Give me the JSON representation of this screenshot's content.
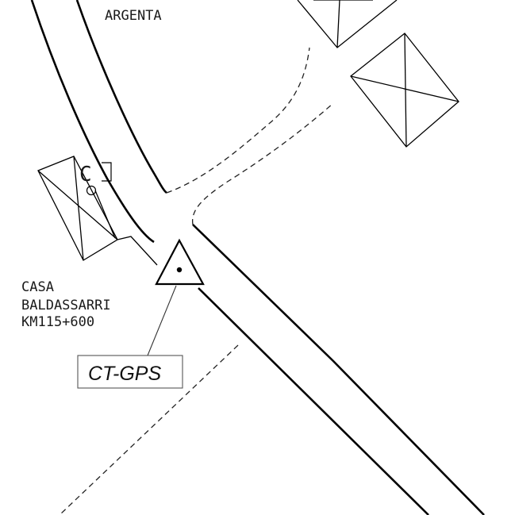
{
  "map": {
    "place_label_top": "ARGENTA",
    "place_label_left": [
      "CASA",
      "BALDASSARRI",
      "KM115+600"
    ],
    "survey_point_label": "CT-GPS",
    "partial_letter": "C"
  }
}
